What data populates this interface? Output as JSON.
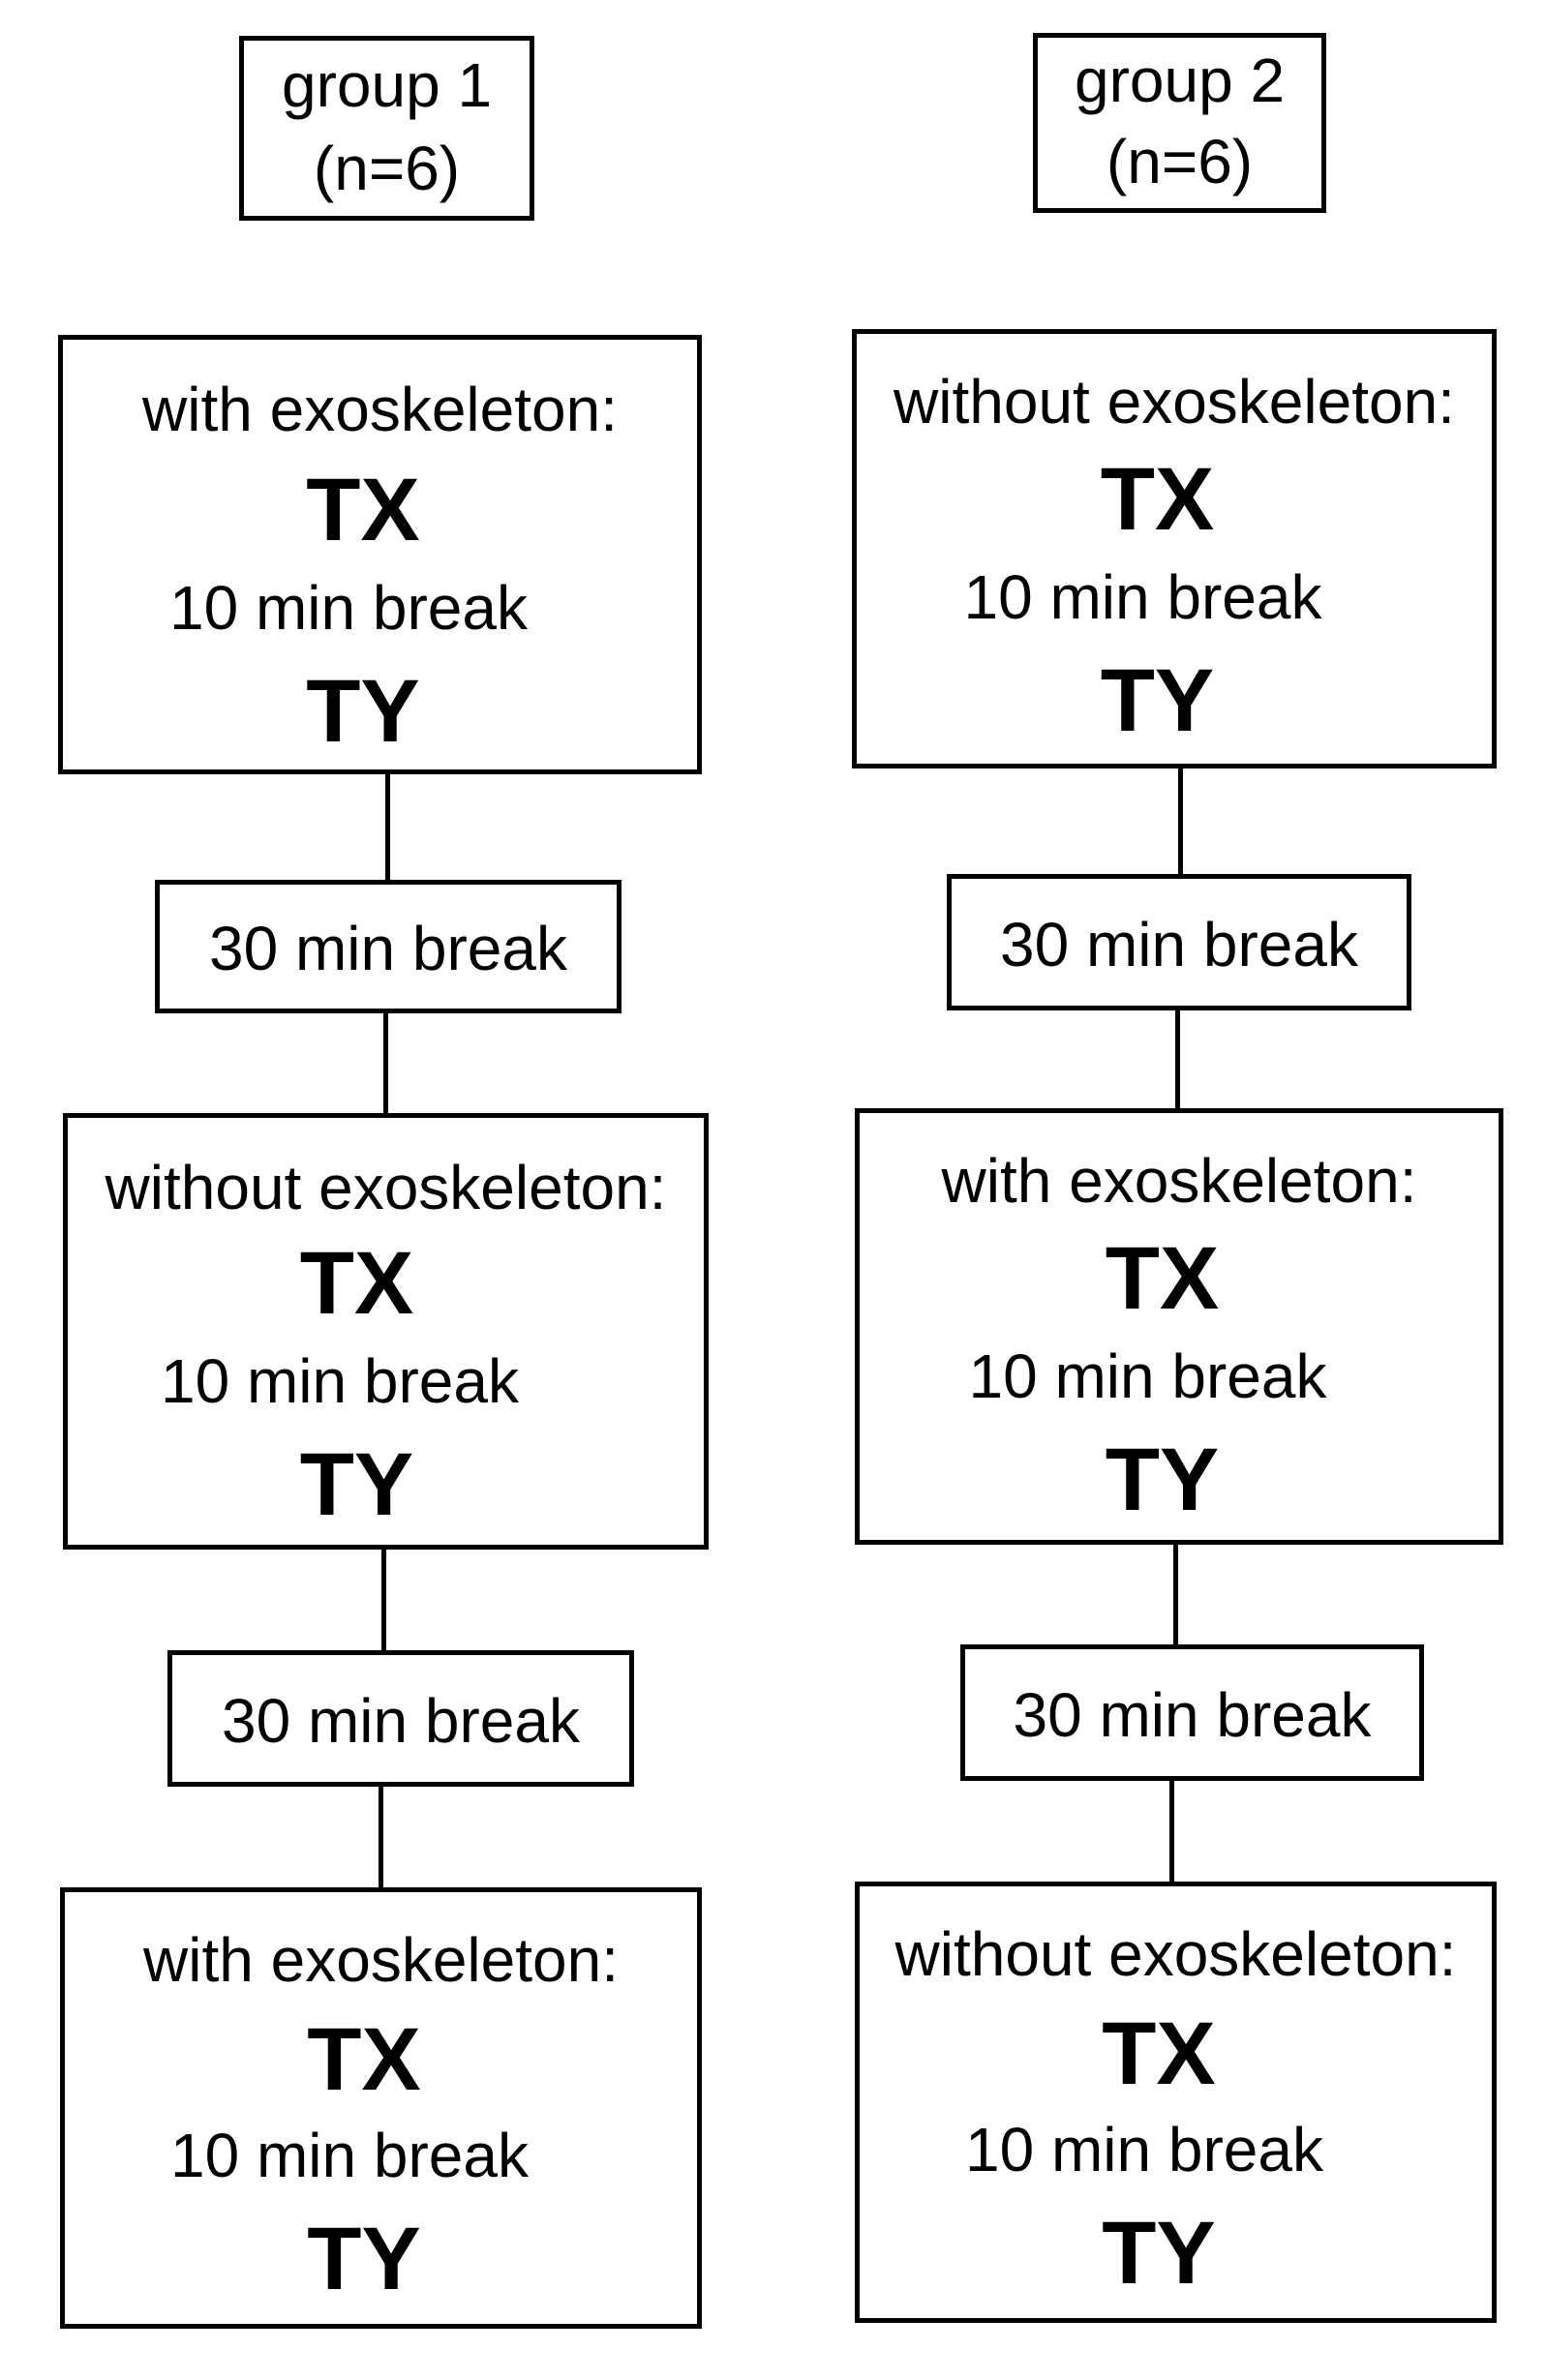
{
  "groups": [
    {
      "title": "group 1",
      "n": "(n=6)",
      "blocks": [
        {
          "condition": "with exoskeleton:",
          "task_a": "TX",
          "short_break": "10 min break",
          "task_b": "TY"
        },
        {
          "condition": "without exoskeleton:",
          "task_a": "TX",
          "short_break": "10 min break",
          "task_b": "TY"
        },
        {
          "condition": "with exoskeleton:",
          "task_a": "TX",
          "short_break": "10 min break",
          "task_b": "TY"
        }
      ],
      "breaks": [
        "30 min break",
        "30 min break"
      ]
    },
    {
      "title": "group 2",
      "n": "(n=6)",
      "blocks": [
        {
          "condition": "without exoskeleton:",
          "task_a": "TX",
          "short_break": "10 min break",
          "task_b": "TY"
        },
        {
          "condition": "with exoskeleton:",
          "task_a": "TX",
          "short_break": "10 min break",
          "task_b": "TY"
        },
        {
          "condition": "without exoskeleton:",
          "task_a": "TX",
          "short_break": "10 min break",
          "task_b": "TY"
        }
      ],
      "breaks": [
        "30 min break",
        "30 min break"
      ]
    }
  ]
}
